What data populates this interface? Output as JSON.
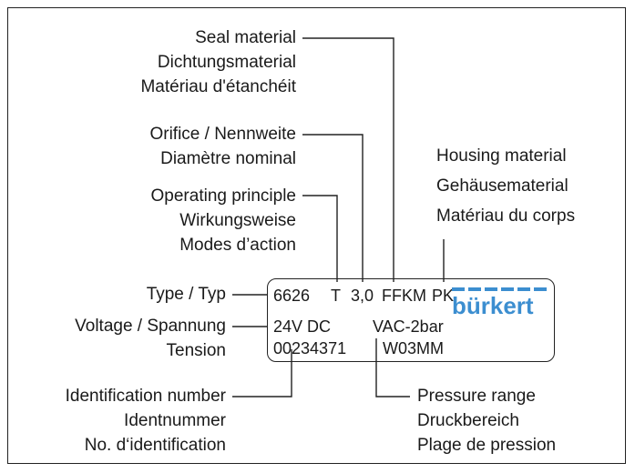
{
  "labels_left": {
    "seal": [
      "Seal material",
      "Dichtungsmaterial",
      "Matériau d'étanchéit"
    ],
    "orifice": [
      "Orifice / Nennweite",
      "Diamètre nominal"
    ],
    "operating": [
      "Operating principle",
      "Wirkungsweise",
      "Modes d’action"
    ],
    "type": [
      "Type / Typ"
    ],
    "voltage": [
      "Voltage / Spannung",
      "Tension"
    ],
    "ident": [
      "Identification number",
      "Identnummer",
      "No. d‘identification"
    ]
  },
  "labels_right": {
    "housing": [
      "Housing material",
      "Gehäusematerial",
      "Matériau du corps"
    ],
    "pressure": [
      "Pressure range",
      "Druckbereich",
      "Plage de pression"
    ]
  },
  "plate": {
    "type_no": "6626",
    "principle": "T",
    "orifice": "3,0",
    "seal": "FFKM",
    "housing": "PK",
    "voltage": "24V DC",
    "pressure": "VAC-2bar",
    "ident_no": "00234371",
    "code": "W03MM",
    "brand": "bürkert"
  },
  "colors": {
    "text": "#1a1a1a",
    "line": "#222222",
    "brand": "#3c8ed0"
  }
}
